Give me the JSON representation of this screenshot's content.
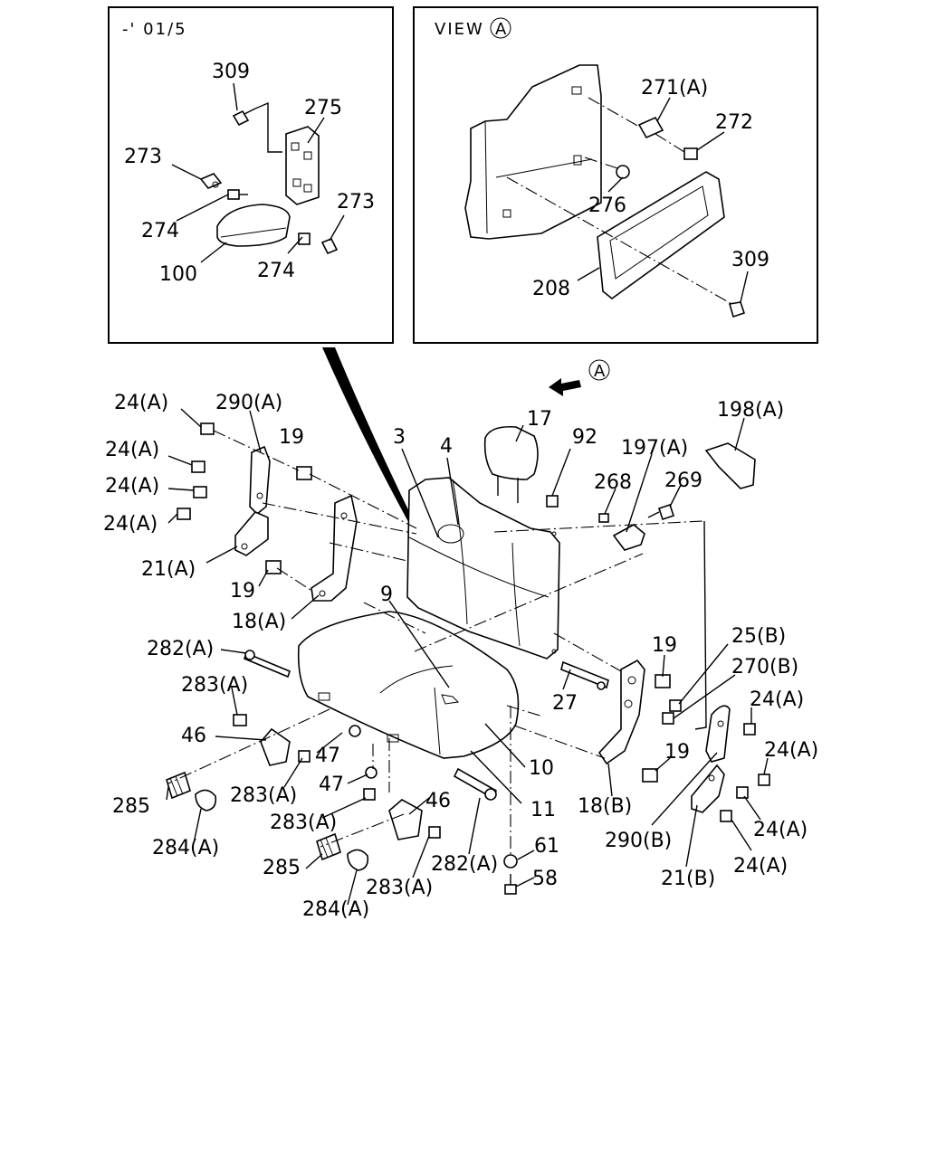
{
  "inset_left": {
    "title": "-' 01/5"
  },
  "inset_right": {
    "title": "VIEW",
    "view_mark": "A"
  },
  "arrow_mark": "A",
  "labels": {
    "l309a": "309",
    "l275": "275",
    "l273a": "273",
    "l273b": "273",
    "l274a": "274",
    "l274b": "274",
    "l100": "100",
    "l271A": "271(A)",
    "l272": "272",
    "l276": "276",
    "l208": "208",
    "l309b": "309",
    "l24A_1": "24(A)",
    "l290A": "290(A)",
    "l24A_2": "24(A)",
    "l24A_3": "24(A)",
    "l24A_4": "24(A)",
    "l21A": "21(A)",
    "l19a": "19",
    "l19b": "19",
    "l18A": "18(A)",
    "l3": "3",
    "l4": "4",
    "l17": "17",
    "l92": "92",
    "l198A": "198(A)",
    "l197A": "197(A)",
    "l268": "268",
    "l269": "269",
    "l9": "9",
    "l282A_1": "282(A)",
    "l283A_1": "283(A)",
    "l46a": "46",
    "l47a": "47",
    "l47b": "47",
    "l285a": "285",
    "l283A_2": "283(A)",
    "l284A_1": "284(A)",
    "l283A_3": "283(A)",
    "l46b": "46",
    "l285b": "285",
    "l284A_2": "284(A)",
    "l283A_4": "283(A)",
    "l282A_2": "282(A)",
    "l61": "61",
    "l58": "58",
    "l11": "11",
    "l10": "10",
    "l27": "27",
    "l19c": "19",
    "l25B": "25(B)",
    "l270B": "270(B)",
    "l24A_5": "24(A)",
    "l24A_6": "24(A)",
    "l19d": "19",
    "l18B": "18(B)",
    "l290B": "290(B)",
    "l24A_7": "24(A)",
    "l24A_8": "24(A)",
    "l21B": "21(B)"
  }
}
